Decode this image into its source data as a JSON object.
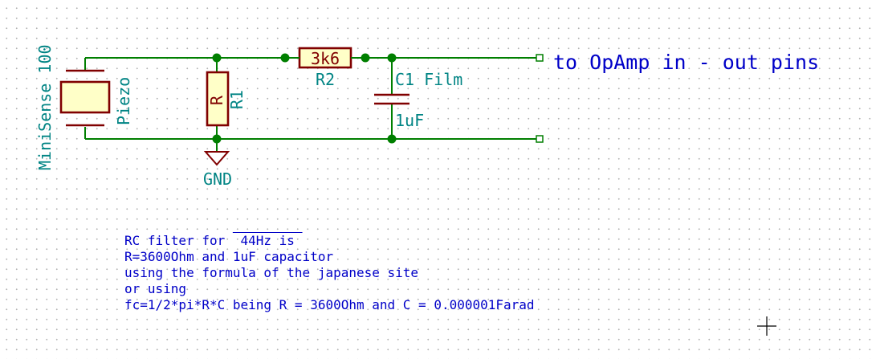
{
  "schematic": {
    "piezo": {
      "ref": "Piezo",
      "value": "MiniSense 100"
    },
    "r1": {
      "ref": "R1",
      "value": "R"
    },
    "r2": {
      "ref": "R2",
      "value": "3k6"
    },
    "c1": {
      "ref": "C1 Film",
      "value": "1uF"
    },
    "gnd": {
      "label": "GND"
    },
    "net_label": "to OpAmp in - out pins"
  },
  "note": {
    "line1_prefix": "RC filter for ",
    "line1_overlined": " 44Hz is ",
    "line2": "R=3600Ohm and 1uF capacitor",
    "line3": "using the formula of the japanese site",
    "line4": "or using",
    "line5": "fc=1/2*pi*R*C being R = 3600Ohm and C = 0.000001Farad"
  },
  "colors": {
    "wire": "#007f00",
    "component": "#800000",
    "component_fill": "#ffffc8",
    "field_text": "#008484",
    "note_text": "#0000c8"
  }
}
